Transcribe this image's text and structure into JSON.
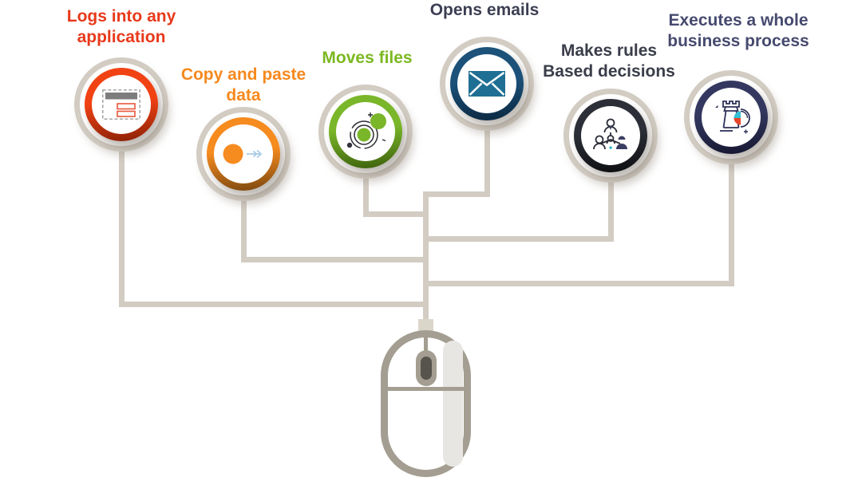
{
  "items": [
    {
      "label": "Logs into any\napplication",
      "text_color": "#e8391b",
      "ring_color": "#f14214",
      "ring_shadow": "#8a2106",
      "icon": "window-form-icon"
    },
    {
      "label": "Copy and paste\ndata",
      "text_color": "#f6891e",
      "ring_color": "#f68b1f",
      "ring_shadow": "#7a4710",
      "icon": "dot-arrow-icon"
    },
    {
      "label": "Moves files",
      "text_color": "#7cb821",
      "ring_color": "#7ab629",
      "ring_shadow": "#3c600d",
      "icon": "orbit-icon"
    },
    {
      "label": "Opens emails",
      "text_color": "#3c3f53",
      "ring_color": "#1c527a",
      "ring_shadow": "#0b2740",
      "icon": "envelope-icon"
    },
    {
      "label": "Makes rules\nBased decisions",
      "text_color": "#3a3d49",
      "ring_color": "#2c2f37",
      "ring_shadow": "#0d0e11",
      "icon": "org-chart-icon"
    },
    {
      "label": "Executes a whole\nbusiness process",
      "text_color": "#464a6e",
      "ring_color": "#343860",
      "ring_shadow": "#151730",
      "icon": "rook-pie-icon"
    }
  ],
  "colors": {
    "connector_line": "#d2ccc3",
    "mouse_body": "#a39e91",
    "mouse_wheel": "#57534d",
    "mouse_connector_tab": "#dbd6ca",
    "envelope_fill": "#1e6f93",
    "icon_arrow_blue": "#a9cbe8",
    "icon_outline_dark": "#2b2e38",
    "pie_teal": "#35bfd3",
    "pie_red": "#e8472b",
    "form_bar_gray": "#7d7d7d",
    "form_field_red": "#e8583c"
  }
}
